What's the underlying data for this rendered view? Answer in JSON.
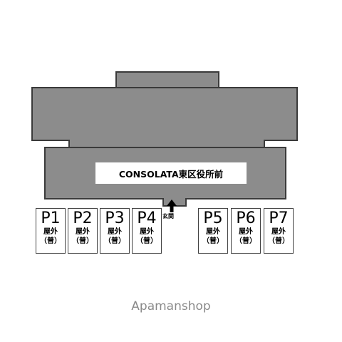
{
  "building": {
    "name": "CONSOLATA東区役所前"
  },
  "entrance": {
    "label": "玄関"
  },
  "parking": [
    {
      "number": "P1",
      "type": "屋外",
      "sub": "（普）"
    },
    {
      "number": "P2",
      "type": "屋外",
      "sub": "（普）"
    },
    {
      "number": "P3",
      "type": "屋外",
      "sub": "（普）"
    },
    {
      "number": "P4",
      "type": "屋外",
      "sub": "（普）"
    },
    {
      "number": "P5",
      "type": "屋外",
      "sub": "（普）"
    },
    {
      "number": "P6",
      "type": "屋外",
      "sub": "（普）"
    },
    {
      "number": "P7",
      "type": "屋外",
      "sub": "（普）"
    }
  ],
  "watermark": "Apamanshop",
  "colors": {
    "building": "#8c8c8c",
    "outline": "#3a3a3a",
    "watermark": "#8a8a8a"
  }
}
